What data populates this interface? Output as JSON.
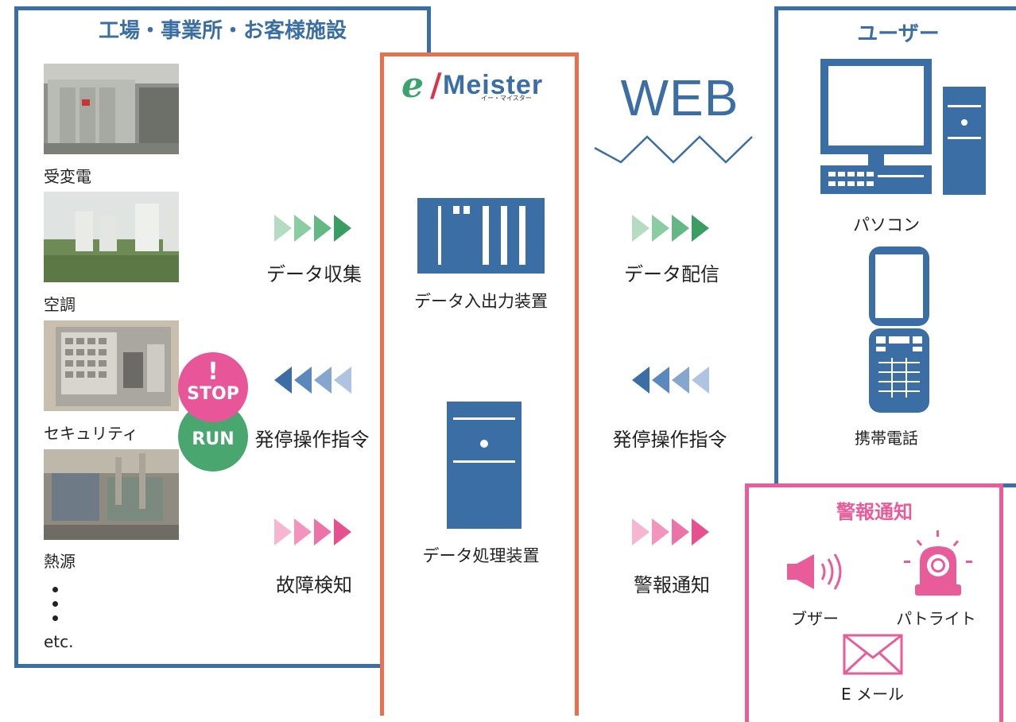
{
  "facility": {
    "title": "工場・事業所・お客様施設",
    "items": [
      {
        "label": "受変電",
        "icon": "substation-photo"
      },
      {
        "label": "空調",
        "icon": "air-conditioner-photo"
      },
      {
        "label": "セキュリティ",
        "icon": "security-panel-photo"
      },
      {
        "label": "熱源",
        "icon": "heat-source-photo"
      }
    ],
    "etc": "etc.",
    "stop_badge": {
      "mark": "!",
      "label": "STOP"
    },
    "run_badge": {
      "label": "RUN"
    }
  },
  "flows_left": [
    {
      "label": "データ収集",
      "direction": "right",
      "color": "green"
    },
    {
      "label": "発停操作指令",
      "direction": "left",
      "color": "blue"
    },
    {
      "label": "故障検知",
      "direction": "right",
      "color": "pink"
    }
  ],
  "emeister": {
    "logo_main": "Meister",
    "logo_e": "e",
    "logo_sub": "イー・マイスター",
    "io_device": "データ入出力装置",
    "processing_device": "データ処理装置"
  },
  "web": {
    "label": "WEB"
  },
  "flows_right": [
    {
      "label": "データ配信",
      "direction": "right",
      "color": "green"
    },
    {
      "label": "発停操作指令",
      "direction": "left",
      "color": "blue"
    },
    {
      "label": "警報通知",
      "direction": "right",
      "color": "pink"
    }
  ],
  "user": {
    "title": "ユーザー",
    "pc": "パソコン",
    "phone": "携帯電話"
  },
  "alarm": {
    "title": "警報通知",
    "buzzer": "ブザー",
    "patlite": "パトライト",
    "email": "E メール"
  },
  "colors": {
    "blue": "#3a6ea5",
    "orange": "#e8704f",
    "pink": "#e85c9a",
    "green": "#4caf7a"
  }
}
